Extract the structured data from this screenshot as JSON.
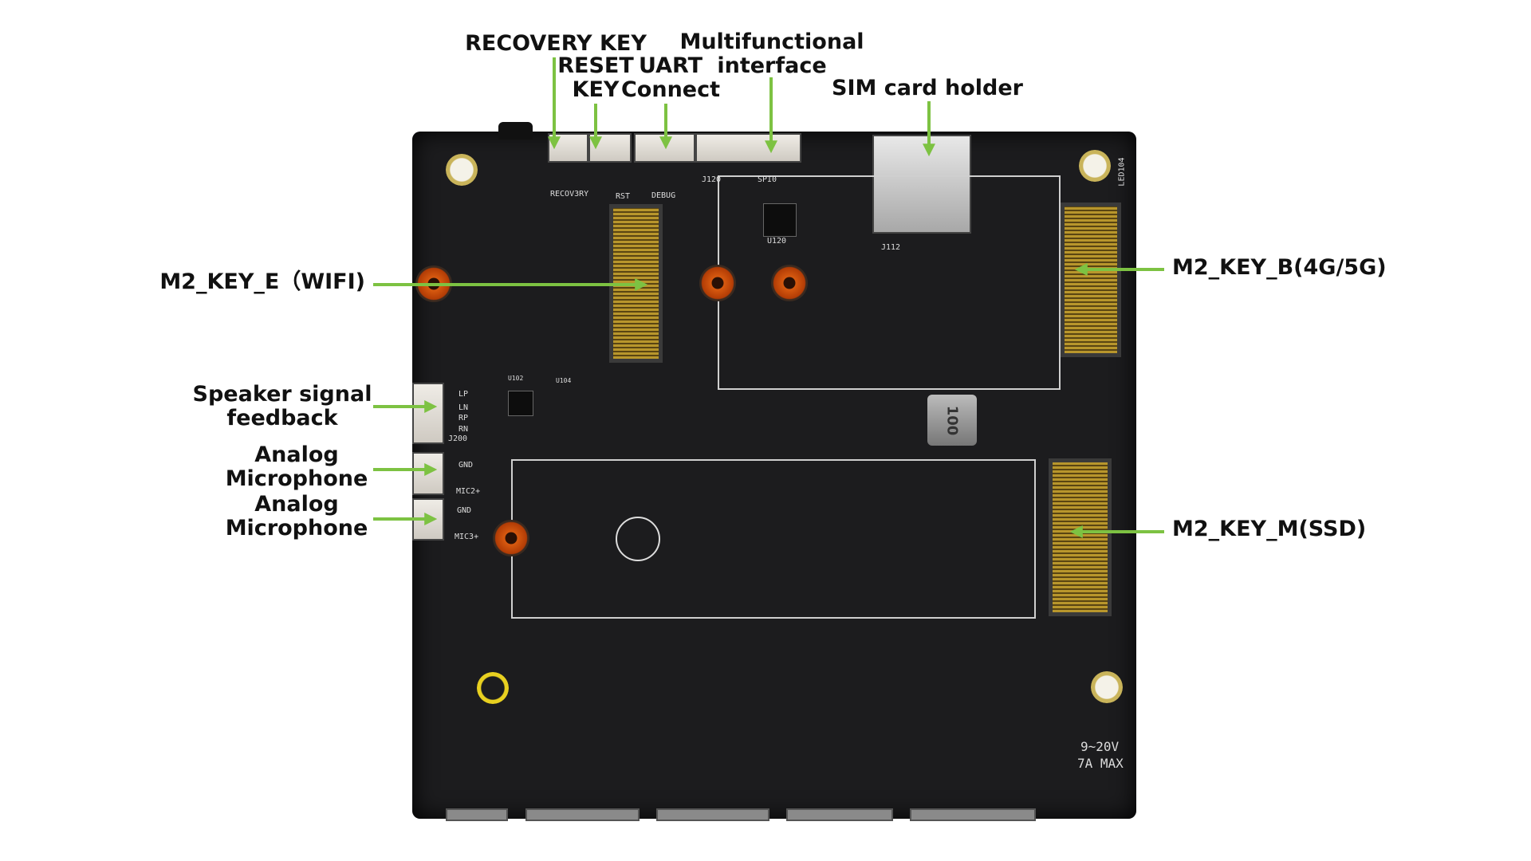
{
  "labels": {
    "recovery_key": "RECOVERY KEY",
    "reset_key": [
      "RESET",
      "KEY"
    ],
    "uart_connect": [
      "UART",
      "Connect"
    ],
    "multifunctional_interface": [
      "Multifunctional",
      "interface"
    ],
    "sim_card_holder": "SIM card holder",
    "m2_key_e": "M2_KEY_E（WIFI)",
    "m2_key_b": "M2_KEY_B(4G/5G)",
    "m2_key_m": "M2_KEY_M(SSD)",
    "speaker_signal_feedback": [
      "Speaker signal",
      "feedback"
    ],
    "analog_microphone_1": [
      "Analog",
      "Microphone"
    ],
    "analog_microphone_2": [
      "Analog",
      "Microphone"
    ]
  },
  "board_silkscreen": {
    "recovery": "RECOV3RY",
    "rst": "RST",
    "debug": "DEBUG",
    "j120": "J120",
    "spi0": "SPI0",
    "u120": "U120",
    "j112": "J112",
    "led104": "LED104",
    "lp": "LP",
    "ln": "LN",
    "rp": "RP",
    "rn": "RN",
    "j200": "J200",
    "gnd1": "GND",
    "mic2": "MIC2+",
    "gnd2": "GND",
    "mic3": "MIC3+",
    "u102": "U102",
    "u104": "U104",
    "inductor": "100",
    "power_voltage": "9~20V",
    "power_current": "7A MAX"
  },
  "colors": {
    "arrow": "#7dc242",
    "board": "#1c1c1e",
    "label": "#111111"
  }
}
